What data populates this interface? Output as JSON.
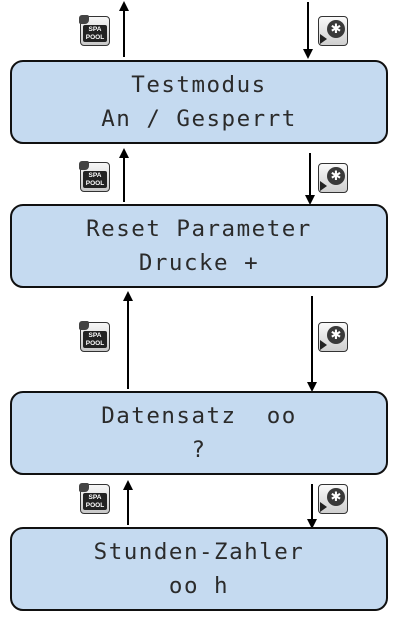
{
  "screens": [
    {
      "line1": "Testmodus",
      "line2": "An / Gesperrt"
    },
    {
      "line1": "Reset Parameter",
      "line2": "Drucke +"
    },
    {
      "line1": "Datensatz  oo",
      "line2": "?"
    },
    {
      "line1": "Stunden-Zahler",
      "line2": "oo h"
    }
  ],
  "keys": {
    "spa_pool_label": "SPA\nPOOL",
    "settings_icon": "gear-icon",
    "spa_pool_icon": "spa-pool-icon"
  },
  "colors": {
    "screen_bg": "#c5daf0",
    "screen_border": "#111111",
    "text": "#2b2b2b",
    "arrow": "#000000"
  }
}
